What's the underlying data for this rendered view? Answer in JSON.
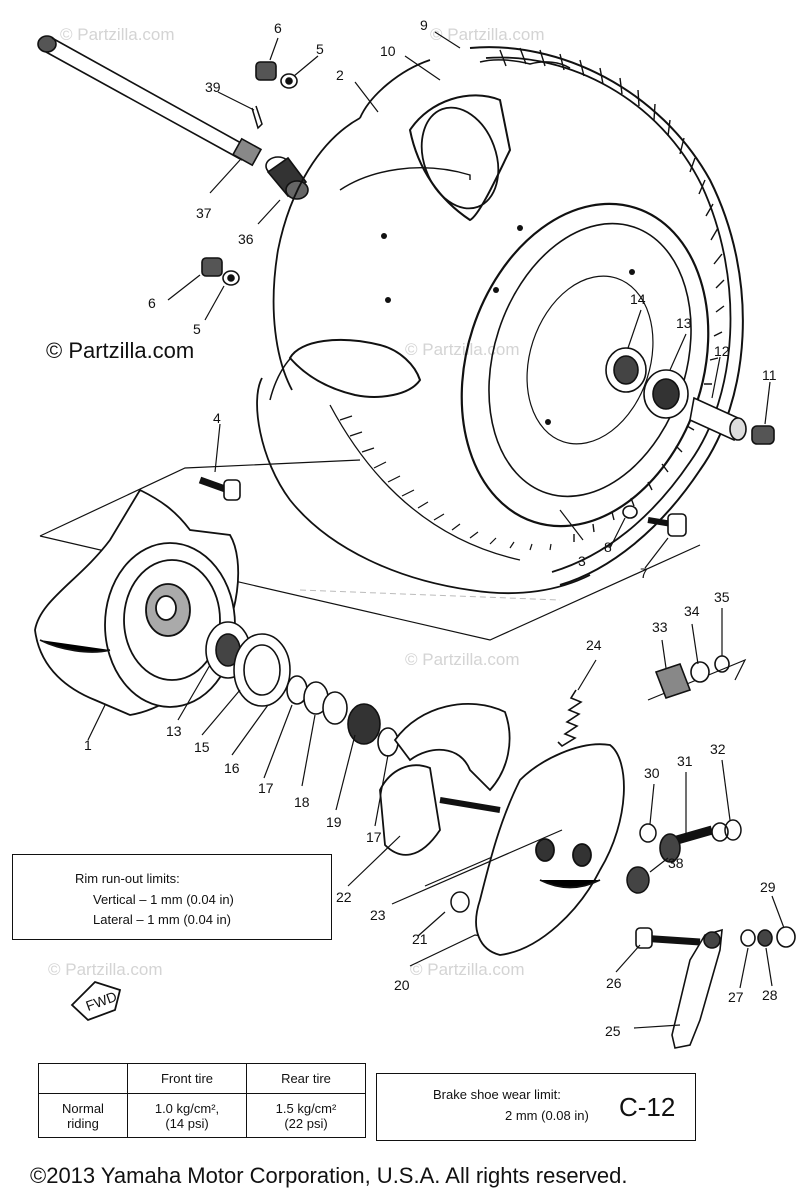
{
  "diagram": {
    "watermark": "© Partzilla.com",
    "callouts": [
      "1",
      "2",
      "3",
      "4",
      "5",
      "5",
      "6",
      "6",
      "7",
      "8",
      "9",
      "10",
      "11",
      "12",
      "13",
      "13",
      "14",
      "15",
      "16",
      "17",
      "17",
      "18",
      "19",
      "20",
      "21",
      "22",
      "23",
      "24",
      "25",
      "26",
      "27",
      "28",
      "29",
      "30",
      "31",
      "32",
      "33",
      "34",
      "35",
      "36",
      "37",
      "38",
      "39"
    ],
    "fwd_label": "FWD"
  },
  "runout": {
    "title": "Rim run-out limits:",
    "vertical": "Vertical  – 1 mm (0.04 in)",
    "lateral": "Lateral  – 1 mm (0.04 in)"
  },
  "tire_table": {
    "headers": [
      "",
      "Front tire",
      "Rear tire"
    ],
    "row_label": [
      "Normal",
      "riding"
    ],
    "front": [
      "1.0 kg/cm², ",
      "(14 psi)"
    ],
    "rear": [
      "1.5 kg/cm²",
      "(22 psi)"
    ]
  },
  "brake": {
    "label": "Brake shoe wear limit:",
    "value": "2 mm (0.08 in)",
    "code": "C-12"
  },
  "footer": {
    "copyright": "©2013  Yamaha Motor Corporation, U.S.A. All rights reserved."
  }
}
